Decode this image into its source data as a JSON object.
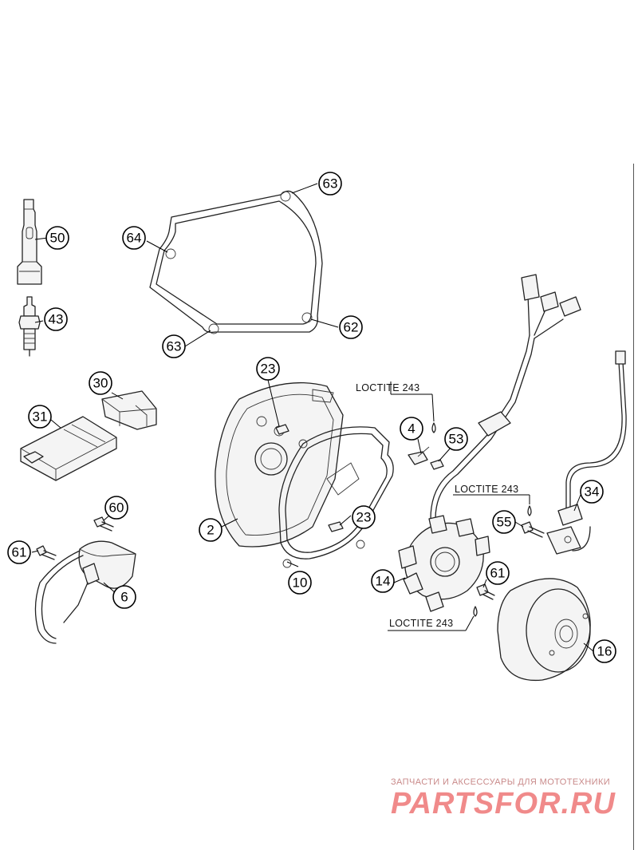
{
  "callouts": [
    {
      "id": "63a",
      "label": "63"
    },
    {
      "id": "50",
      "label": "50"
    },
    {
      "id": "64",
      "label": "64"
    },
    {
      "id": "43",
      "label": "43"
    },
    {
      "id": "62",
      "label": "62"
    },
    {
      "id": "63b",
      "label": "63"
    },
    {
      "id": "30",
      "label": "30"
    },
    {
      "id": "23a",
      "label": "23"
    },
    {
      "id": "31",
      "label": "31"
    },
    {
      "id": "4",
      "label": "4"
    },
    {
      "id": "53",
      "label": "53"
    },
    {
      "id": "34",
      "label": "34"
    },
    {
      "id": "60",
      "label": "60"
    },
    {
      "id": "23b",
      "label": "23"
    },
    {
      "id": "55",
      "label": "55"
    },
    {
      "id": "2",
      "label": "2"
    },
    {
      "id": "61a",
      "label": "61"
    },
    {
      "id": "14",
      "label": "14"
    },
    {
      "id": "61b",
      "label": "61"
    },
    {
      "id": "10",
      "label": "10"
    },
    {
      "id": "6",
      "label": "6"
    },
    {
      "id": "16",
      "label": "16"
    }
  ],
  "loctite_notes": [
    {
      "id": "loctite-1",
      "text": "LOCTITE 243"
    },
    {
      "id": "loctite-2",
      "text": "LOCTITE 243"
    },
    {
      "id": "loctite-3",
      "text": "LOCTITE 243"
    }
  ],
  "watermark": {
    "subtitle": "ЗАПЧАСТИ И АКСЕССУАРЫ ДЛЯ МОТОТЕХНИКИ",
    "brand": "PARTSFOR.RU",
    "color": "#f08a8a"
  },
  "part_icons": {
    "spark-plug-cap": "50",
    "spark-plug": "43",
    "ignition-cover-gasket": "64",
    "cdi-box": "31",
    "cdi-holder": "30",
    "ignition-coil": "6",
    "ignition-cover": "2",
    "cover-gasket": "10",
    "stator": "14",
    "flywheel-rotor": "16",
    "pickup-sensor": "34"
  }
}
